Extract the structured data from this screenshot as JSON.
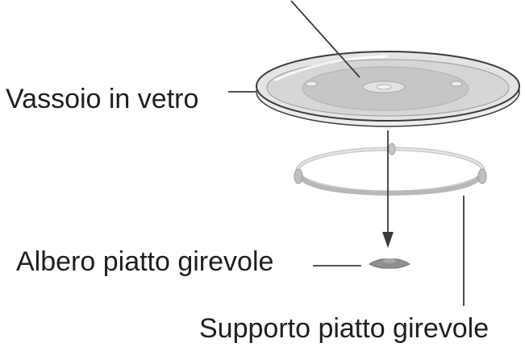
{
  "labels": {
    "glass_tray": "Vassoio in vetro",
    "shaft": "Albero piatto girevole",
    "support": "Supporto piatto girevole"
  },
  "colors": {
    "outline": "#3a3a3a",
    "plate_fill": "#d9d9d9",
    "plate_inner": "#c8c8c8",
    "ring": "#bdbdbd",
    "shaft": "#8c8c8c",
    "text": "#1e1e1e"
  }
}
